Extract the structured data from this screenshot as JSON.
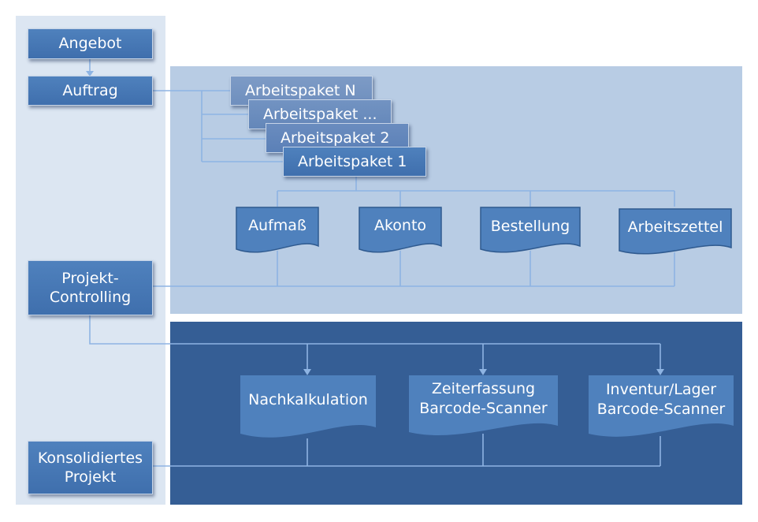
{
  "left_column": {
    "angebot": "Angebot",
    "auftrag": "Auftrag",
    "projekt_controlling": "Projekt-\nControlling",
    "konsolidiertes_projekt": "Konsolidiertes\nProjekt"
  },
  "work_packages": {
    "n": "Arbeitspaket N",
    "dots": "Arbeitspaket ...",
    "two": "Arbeitspaket 2",
    "one": "Arbeitspaket 1"
  },
  "documents_top": {
    "aufmass": "Aufmaß",
    "akonto": "Akonto",
    "bestellung": "Bestellung",
    "arbeitszettel": "Arbeitszettel"
  },
  "documents_bottom": {
    "nachkalkulation": "Nachkalkulation",
    "zeiterfassung": "Zeiterfassung\nBarcode-Scanner",
    "inventur": "Inventur/Lager\nBarcode-Scanner"
  },
  "colors": {
    "left_panel": "#dce6f2",
    "upper_panel": "#b8cce4",
    "lower_panel": "#355e95",
    "box": "#4f81bd",
    "connector": "#8eb4e3"
  }
}
